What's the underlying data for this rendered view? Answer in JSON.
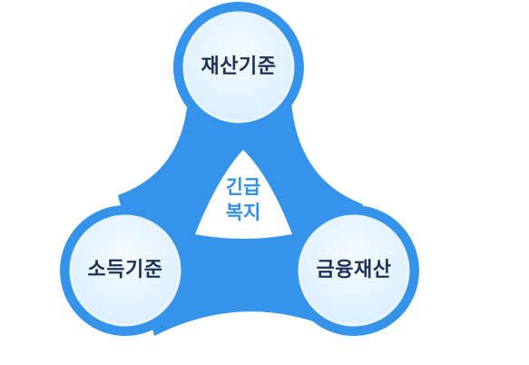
{
  "nodes": {
    "top": "재산기준",
    "left": "소득기준",
    "right": "금융재산"
  },
  "center": {
    "line1": "긴급",
    "line2": "복지"
  },
  "colors": {
    "blue": "#3593ea",
    "ring_light": "#eaf6fe",
    "text_dark": "#1f2f56",
    "text_blue": "#2f8fe6"
  }
}
